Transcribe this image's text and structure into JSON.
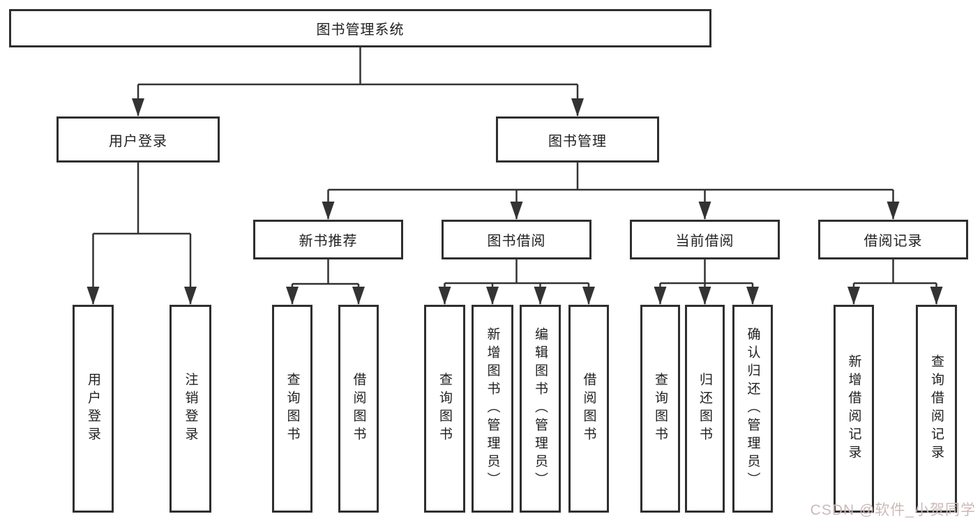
{
  "diagram": {
    "root": "图书管理系统",
    "branches": [
      {
        "label": "用户登录",
        "children": [
          "用户登录",
          "注销登录"
        ]
      },
      {
        "label": "图书管理",
        "sections": [
          {
            "label": "新书推荐",
            "children": [
              "查询图书",
              "借阅图书"
            ]
          },
          {
            "label": "图书借阅",
            "children": [
              "查询图书",
              "新增图书（管理员）",
              "编辑图书（管理员）",
              "借阅图书"
            ]
          },
          {
            "label": "当前借阅",
            "children": [
              "查询图书",
              "归还图书",
              "确认归还（管理员）"
            ]
          },
          {
            "label": "借阅记录",
            "children": [
              "新增借阅记录",
              "查询借阅记录"
            ]
          }
        ]
      }
    ]
  },
  "colors": {
    "line": "#333333",
    "border": "#2f2f2f",
    "watermark": "#ccb9b9"
  },
  "watermark": "CSDN @软件_小贺同学"
}
